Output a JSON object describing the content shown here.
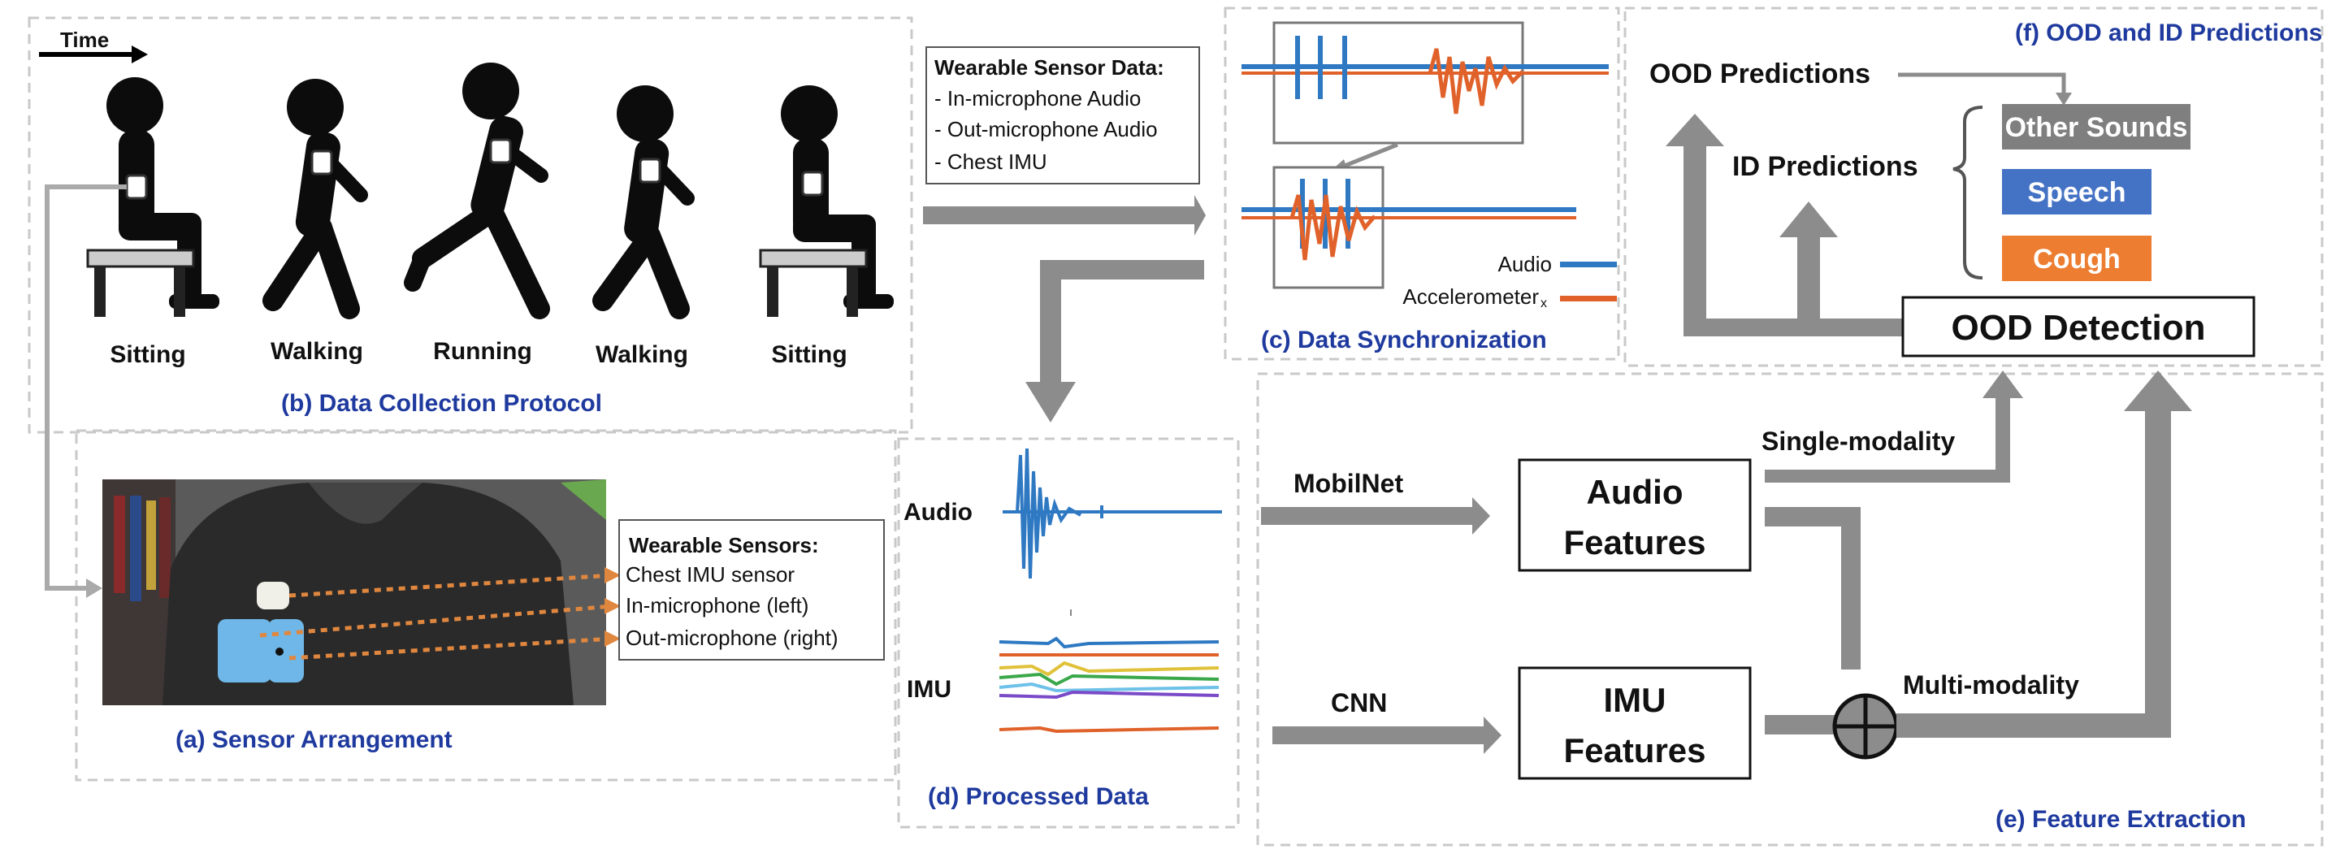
{
  "time_label": "Time",
  "protocol": {
    "title": "(b) Data Collection Protocol",
    "activities": [
      "Sitting",
      "Walking",
      "Running",
      "Walking",
      "Sitting"
    ]
  },
  "sensor_arrangement": {
    "title": "(a) Sensor Arrangement",
    "box_title": "Wearable Sensors:",
    "items": [
      "Chest IMU sensor",
      "In-microphone (left)",
      "Out-microphone (right)"
    ]
  },
  "sensor_data": {
    "title": "Wearable Sensor Data:",
    "items": [
      "- In-microphone Audio",
      "- Out-microphone Audio",
      "- Chest IMU"
    ]
  },
  "sync": {
    "title": "(c) Data Synchronization",
    "legend": [
      {
        "label": "Audio",
        "color": "#2f79c3"
      },
      {
        "label": "Accelerometer",
        "sub": "x",
        "color": "#e0622a"
      }
    ]
  },
  "processed": {
    "title": "(d) Processed Data",
    "audio_label": "Audio",
    "imu_label": "IMU"
  },
  "features": {
    "title": "(e) Feature Extraction",
    "mobilnet": "MobilNet",
    "cnn": "CNN",
    "audio_features": [
      "Audio",
      "Features"
    ],
    "imu_features": [
      "IMU",
      "Features"
    ],
    "single_modality": "Single-modality",
    "multi_modality": "Multi-modality"
  },
  "predictions": {
    "title": "(f) OOD and ID Predictions",
    "ood_predictions": "OOD Predictions",
    "id_predictions": "ID Predictions",
    "classes": [
      {
        "label": "Other Sounds",
        "color": "#7f7f7f"
      },
      {
        "label": "Speech",
        "color": "#4472c4"
      },
      {
        "label": "Cough",
        "color": "#ed7d31"
      }
    ],
    "ood_detection": "OOD Detection"
  },
  "colors": {
    "panel_title": "#1f3a9e",
    "arrow": "#8c8c8c",
    "audio": "#2f79c3",
    "accelerometer": "#e0622a"
  }
}
